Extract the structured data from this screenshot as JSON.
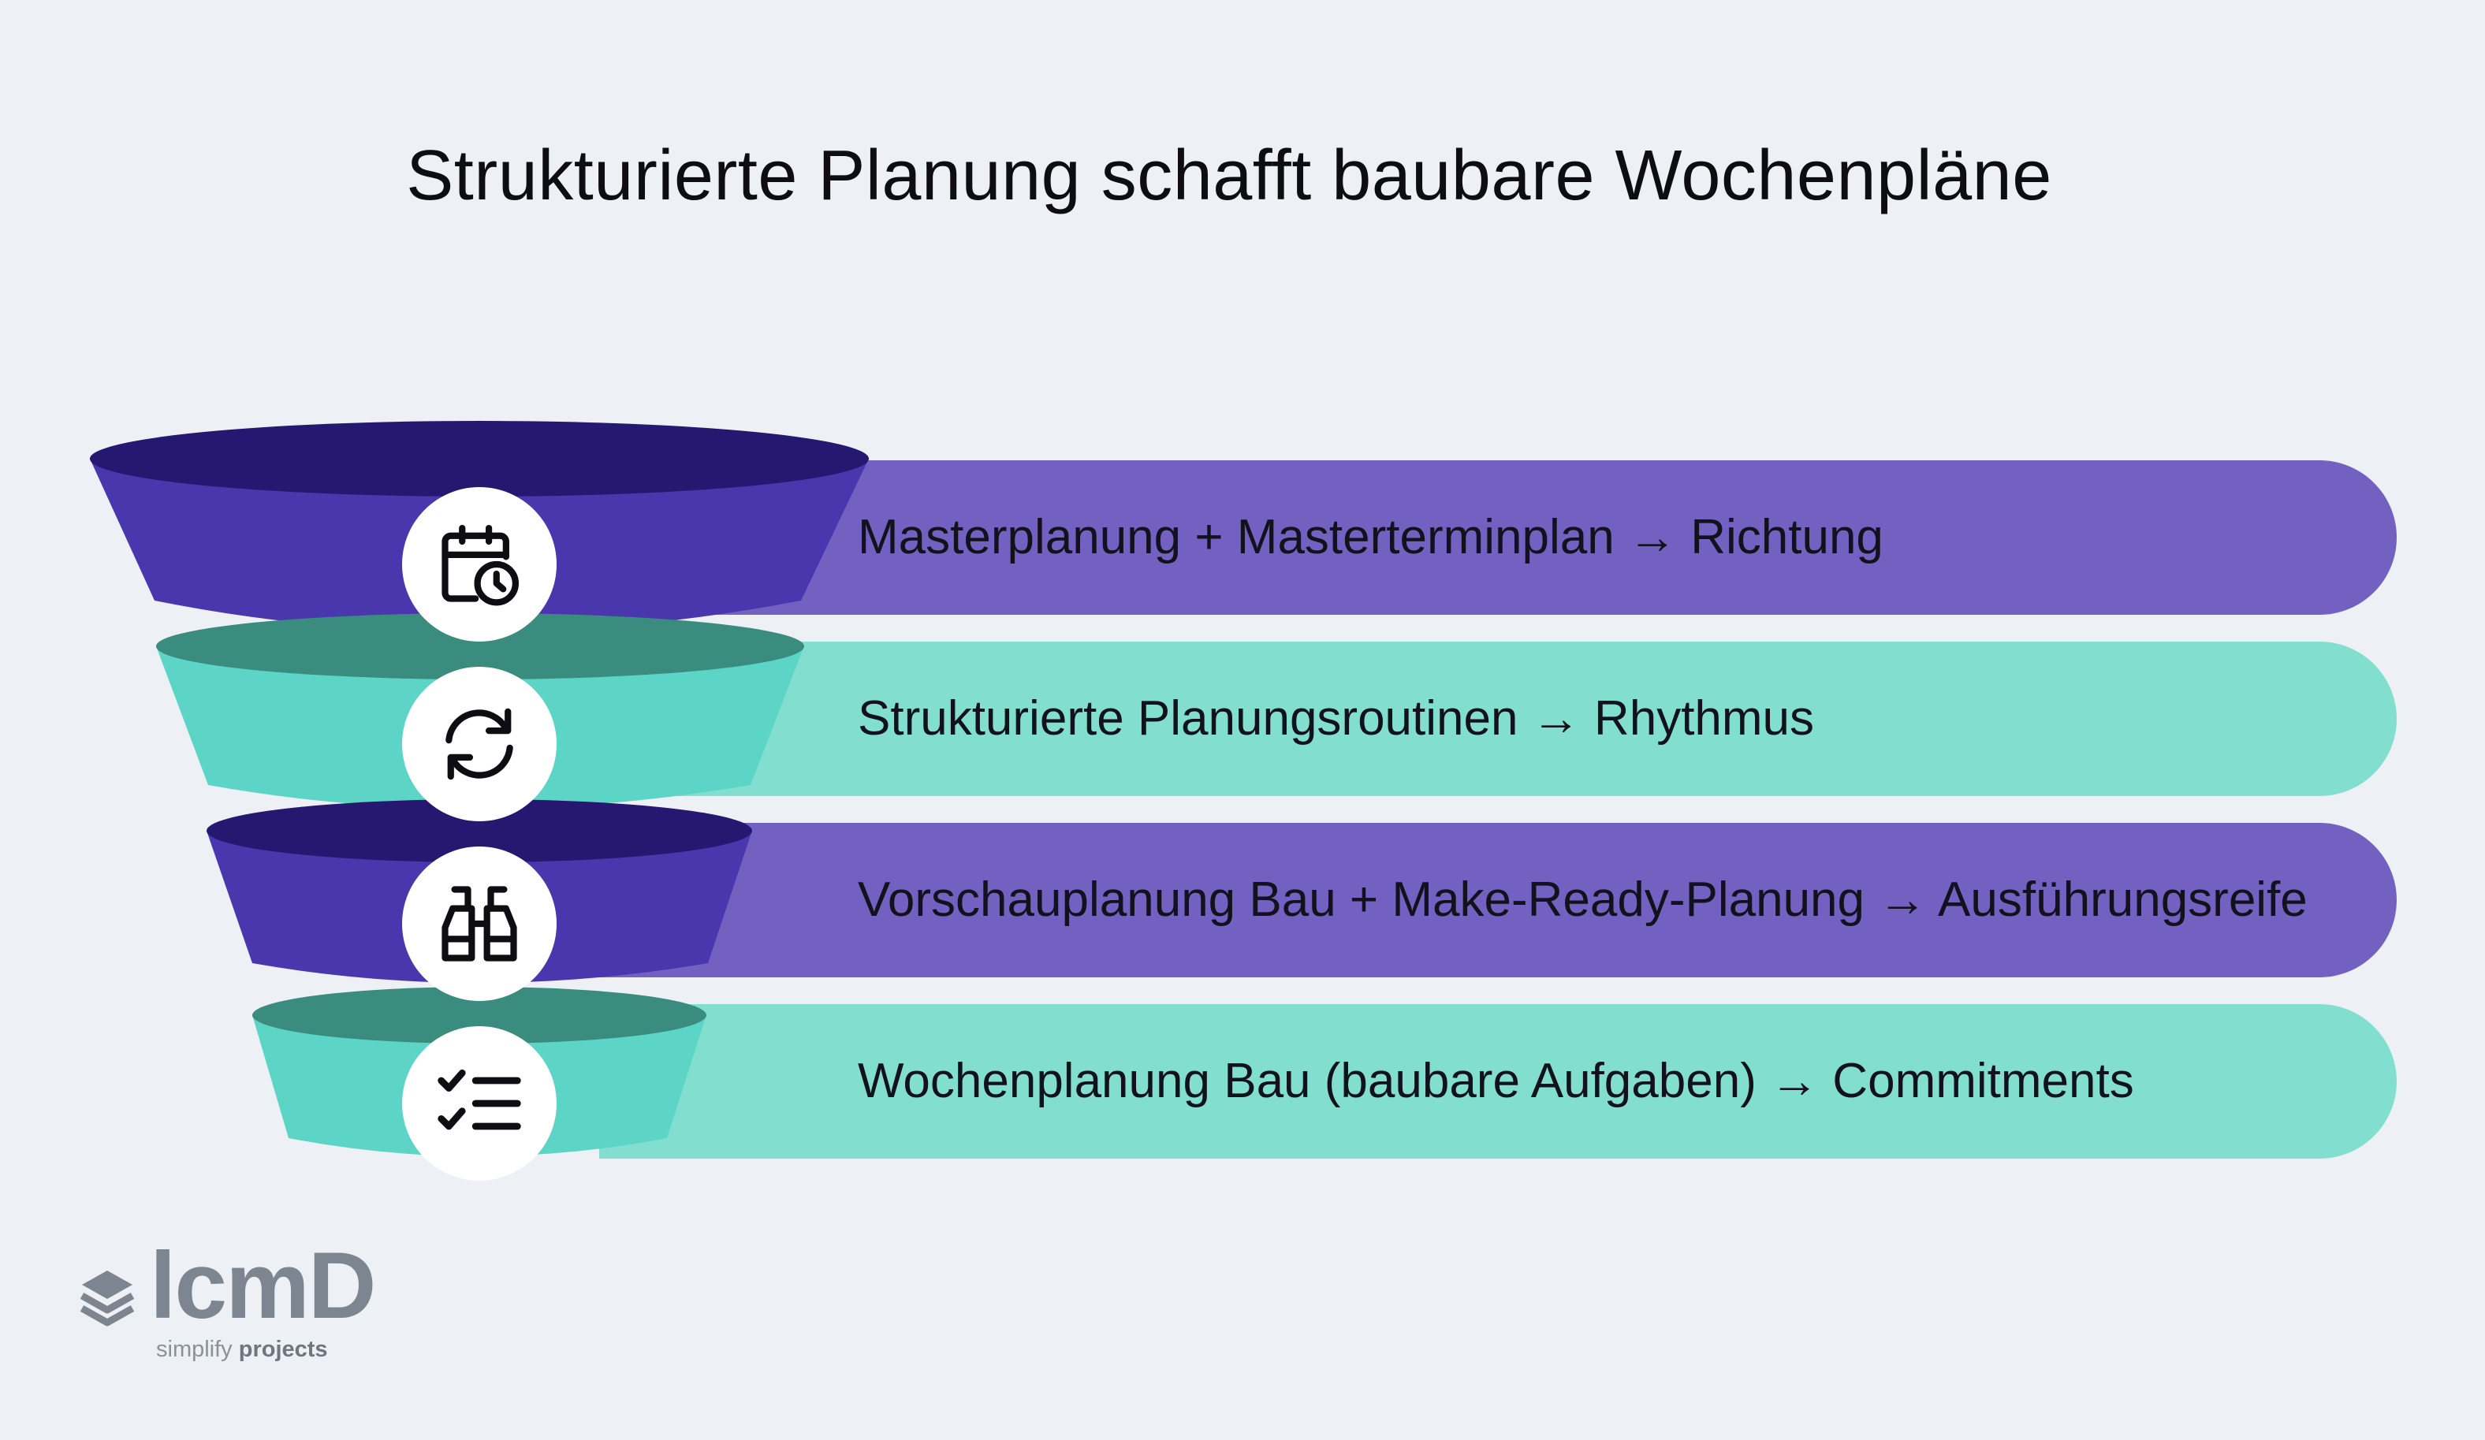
{
  "title": "Strukturierte Planung schafft baubare Wochenpläne",
  "levels": [
    {
      "label": "Masterplanung + Masterterminplan → Richtung",
      "icon": "calendar-clock-icon",
      "color": "#7261c1"
    },
    {
      "label": "Strukturierte Planungsroutinen → Rhythmus",
      "icon": "refresh-icon",
      "color": "#82dfd0"
    },
    {
      "label": "Vorschauplanung Bau + Make-Ready-Planung → Ausführungsreife",
      "icon": "binoculars-icon",
      "color": "#7261c1"
    },
    {
      "label": "Wochenplanung Bau (baubare Aufgaben) → Commitments",
      "icon": "checklist-icon",
      "color": "#82dfd0"
    }
  ],
  "logo": {
    "wordmark": "lcmD",
    "tagline_light": "simplify",
    "tagline_bold": "projects"
  },
  "colors": {
    "background": "#edf1f5",
    "purple_band": "#7261c1",
    "purple_funnel": "#4b37ad",
    "purple_top": "#261870",
    "teal_band": "#82dfd0",
    "teal_funnel": "#5dd5c6",
    "teal_top": "#3a8c7e"
  }
}
